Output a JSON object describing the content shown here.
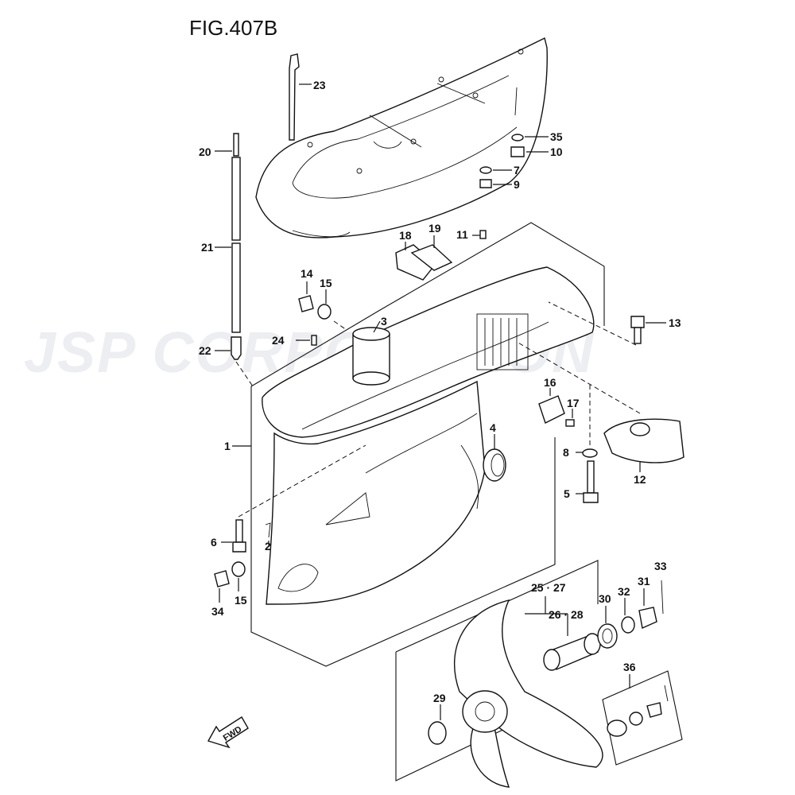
{
  "figure": {
    "title": "FIG.407B"
  },
  "watermark": "JSP CORPORATION",
  "direction_marker": "FWD",
  "callouts": [
    {
      "label": "23"
    },
    {
      "label": "20"
    },
    {
      "label": "21"
    },
    {
      "label": "22"
    },
    {
      "label": "35"
    },
    {
      "label": "10"
    },
    {
      "label": "7"
    },
    {
      "label": "9"
    },
    {
      "label": "18"
    },
    {
      "label": "19"
    },
    {
      "label": "11"
    },
    {
      "label": "14"
    },
    {
      "label": "15"
    },
    {
      "label": "3"
    },
    {
      "label": "24"
    },
    {
      "label": "13"
    },
    {
      "label": "16"
    },
    {
      "label": "17"
    },
    {
      "label": "1"
    },
    {
      "label": "4"
    },
    {
      "label": "8"
    },
    {
      "label": "12"
    },
    {
      "label": "5"
    },
    {
      "label": "6"
    },
    {
      "label": "2"
    },
    {
      "label": "15"
    },
    {
      "label": "34"
    },
    {
      "label": "33"
    },
    {
      "label": "25 · 27"
    },
    {
      "label": "26 · 28"
    },
    {
      "label": "30"
    },
    {
      "label": "32"
    },
    {
      "label": "31"
    },
    {
      "label": "36"
    },
    {
      "label": "29"
    }
  ]
}
